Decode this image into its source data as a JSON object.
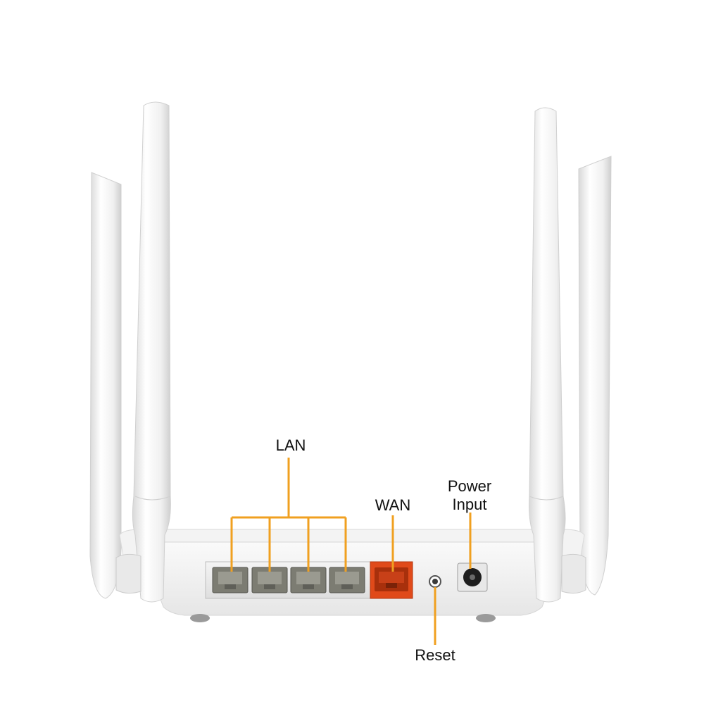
{
  "image": {
    "subject": "router-rear-panel",
    "colors": {
      "background": "#ffffff",
      "body": "#f1f1f1",
      "callout_line": "#f0a020",
      "wan_port": "#e04a1a",
      "lan_port": "#7c7c72",
      "text": "#111111"
    }
  },
  "callouts": {
    "lan": "LAN",
    "wan": "WAN",
    "power_line1": "Power",
    "power_line2": "Input",
    "reset": "Reset"
  }
}
